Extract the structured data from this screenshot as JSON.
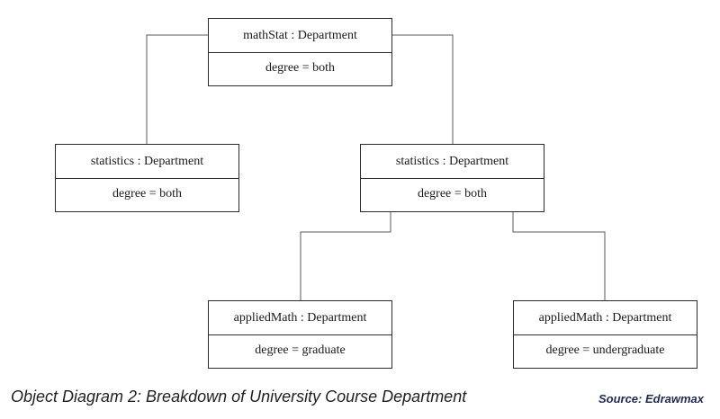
{
  "diagram": {
    "nodes": {
      "mathstat": {
        "name": "mathStat : Department",
        "attr": "degree = both"
      },
      "statistics_left": {
        "name": "statistics : Department",
        "attr": "degree = both"
      },
      "statistics_right": {
        "name": "statistics : Department",
        "attr": "degree = both"
      },
      "applied_grad": {
        "name": "appliedMath : Department",
        "attr": "degree = graduate"
      },
      "applied_undergrad": {
        "name": "appliedMath : Department",
        "attr": "degree = undergraduate"
      }
    },
    "edges": [
      [
        "mathstat",
        "statistics_left"
      ],
      [
        "mathstat",
        "statistics_right"
      ],
      [
        "statistics_right",
        "applied_grad"
      ],
      [
        "statistics_right",
        "applied_undergrad"
      ]
    ],
    "line_color": "#5a5a5a"
  },
  "footer": {
    "caption": "Object Diagram 2: Breakdown of University Course Department",
    "source": "Source: Edrawmax",
    "source_color": "#1f2a5a"
  }
}
